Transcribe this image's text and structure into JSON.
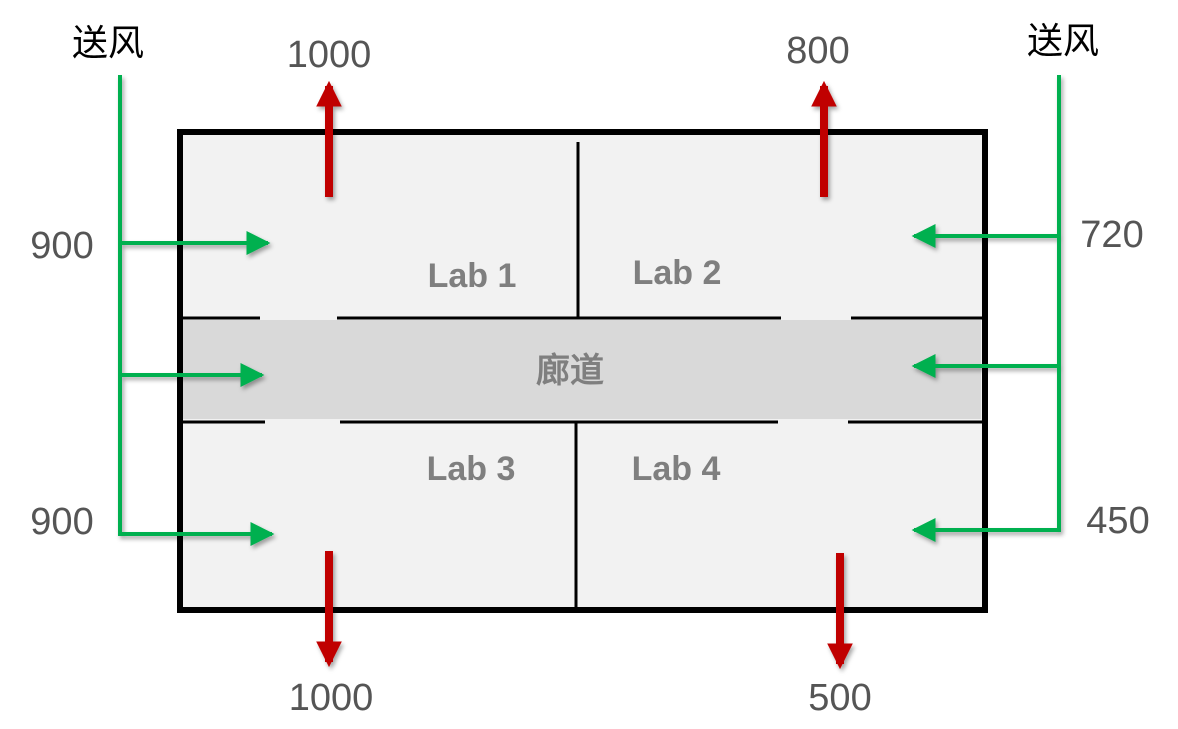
{
  "supply": {
    "left_label": "送风",
    "right_label": "送风",
    "color": "#00b050"
  },
  "exhaust": {
    "color": "#c00000"
  },
  "rooms": {
    "lab1": "Lab 1",
    "lab2": "Lab 2",
    "lab3": "Lab 3",
    "lab4": "Lab 4",
    "corridor": "廊道"
  },
  "flows": {
    "lab1_exhaust": "1000",
    "lab2_exhaust": "800",
    "lab3_exhaust": "1000",
    "lab4_exhaust": "500",
    "lab1_supply": "900",
    "lab3_supply": "900",
    "lab2_supply": "720",
    "lab4_supply": "450"
  },
  "colors": {
    "room_fill": "#f2f2f2",
    "corridor_fill": "#d9d9d9",
    "wall": "#000000"
  }
}
